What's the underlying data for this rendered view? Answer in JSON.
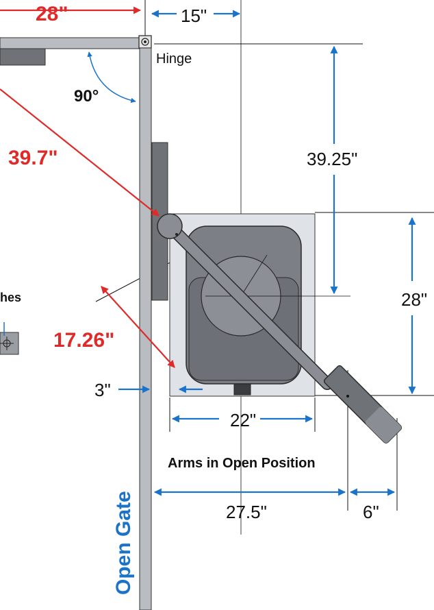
{
  "labels": {
    "top_width": "28\"",
    "top_offset": "15\"",
    "hinge": "Hinge",
    "angle": "90°",
    "diagonal": "39.7\"",
    "depth": "39.25\"",
    "arm_diag": "17.26\"",
    "cutoff_label": "hes",
    "height": "28\"",
    "gap": "3\"",
    "base_width": "22\"",
    "caption": "Arms in Open Position",
    "total_width": "27.5\"",
    "extra": "6\"",
    "gate_title": "Open Gate"
  },
  "colors": {
    "red": "#e02a2a",
    "blue": "#1a73c9",
    "gate": "#b9bcc0",
    "dark_panel": "#6f7276",
    "base": "#dfe2e6",
    "motor": "#7c8086"
  }
}
